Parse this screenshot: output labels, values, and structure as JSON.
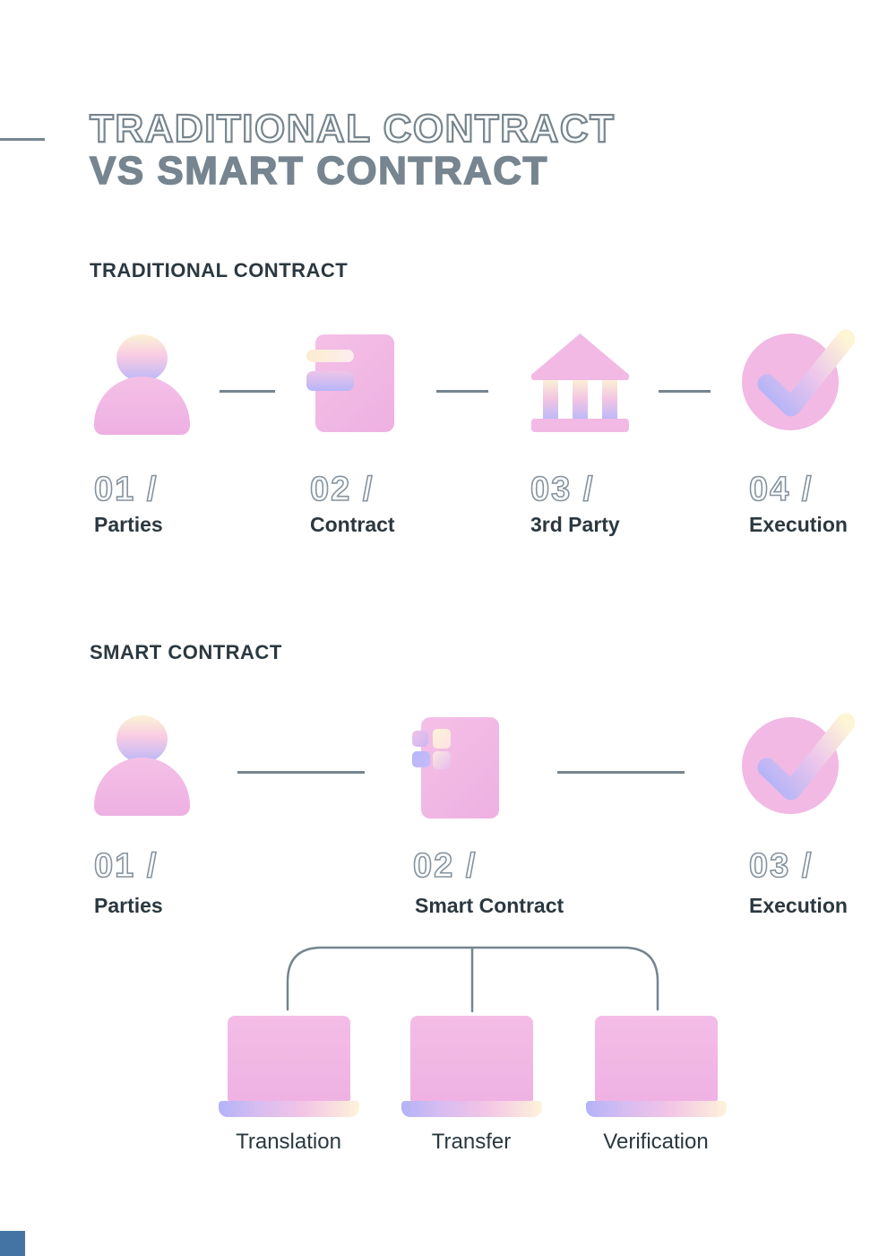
{
  "title": {
    "line1": "TRADITIONAL CONTRACT",
    "line2": "VS SMART CONTRACT"
  },
  "colors": {
    "slate_gray": "#76858f",
    "dark_text": "#2b3840",
    "pink": "#f1b9e4",
    "periwinkle": "#b7b6f8",
    "cream": "#fcf3d5",
    "corner_blue": "#4474a4"
  },
  "traditional": {
    "heading": "TRADITIONAL CONTRACT",
    "steps": [
      {
        "number": "01 /",
        "label": "Parties",
        "icon": "person-icon"
      },
      {
        "number": "02 /",
        "label": "Contract",
        "icon": "contract-document-icon"
      },
      {
        "number": "03 /",
        "label": "3rd Party",
        "icon": "bank-icon"
      },
      {
        "number": "04 /",
        "label": "Execution",
        "icon": "check-circle-icon"
      }
    ]
  },
  "smart": {
    "heading": "SMART CONTRACT",
    "steps": [
      {
        "number": "01 /",
        "label": "Parties",
        "icon": "person-icon"
      },
      {
        "number": "02 /",
        "label": "Smart Contract",
        "icon": "smart-contract-document-icon"
      },
      {
        "number": "03 /",
        "label": "Execution",
        "icon": "check-circle-icon"
      }
    ],
    "branches": [
      {
        "label": "Translation",
        "icon": "laptop-icon"
      },
      {
        "label": "Transfer",
        "icon": "laptop-icon"
      },
      {
        "label": "Verification",
        "icon": "laptop-icon"
      }
    ]
  }
}
